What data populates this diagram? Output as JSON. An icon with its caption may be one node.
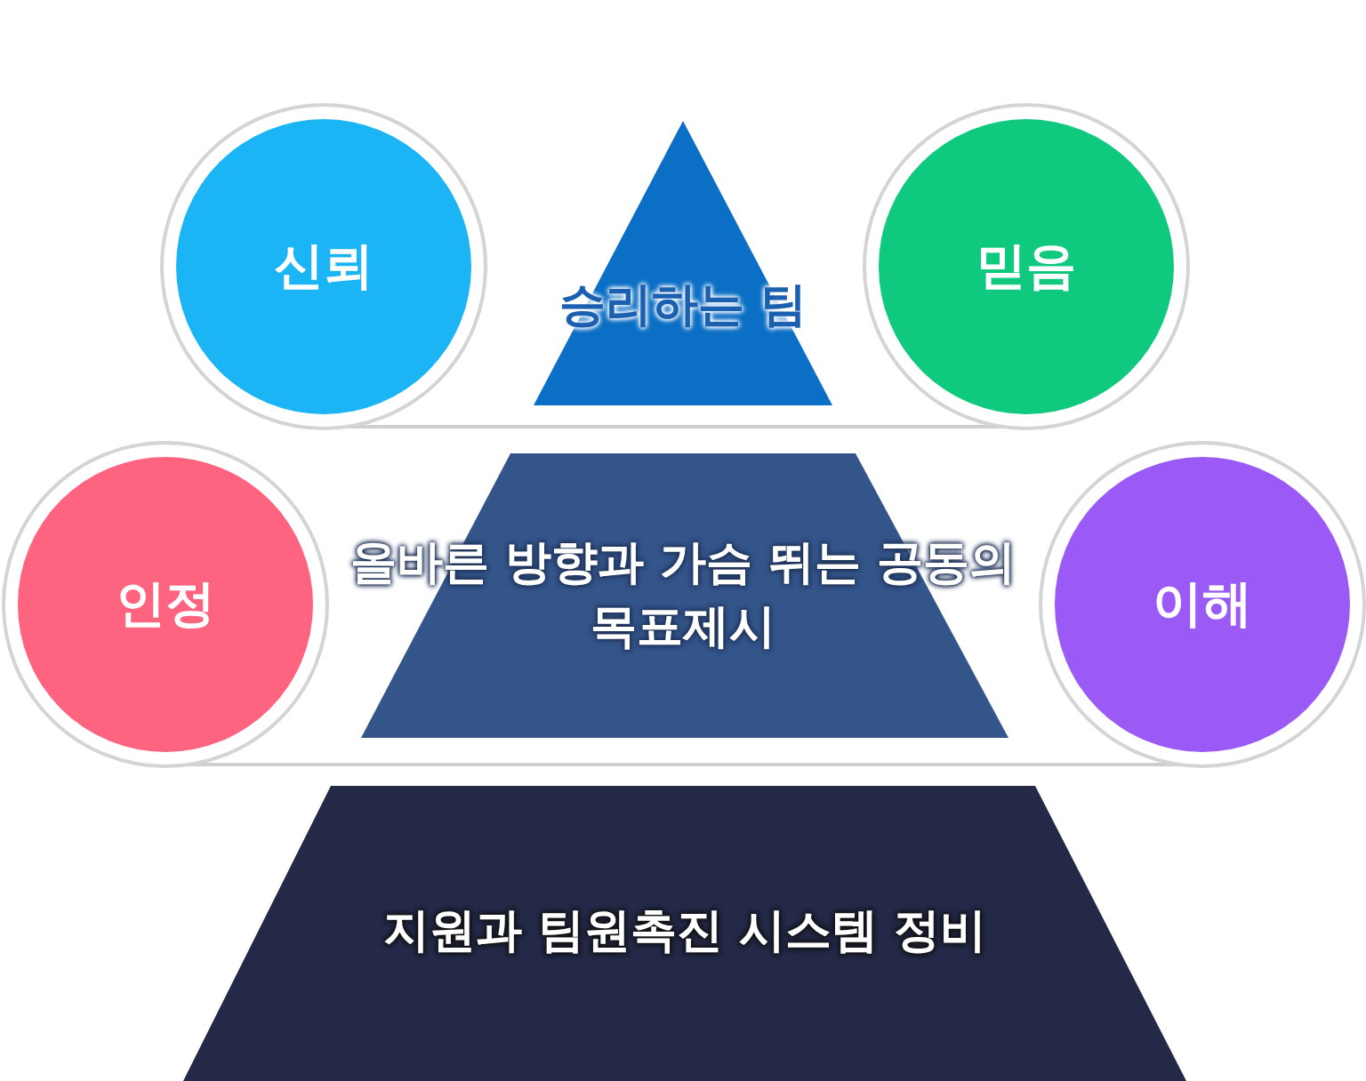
{
  "diagram": {
    "nodes": [
      {
        "text": [
          "신뢰"
        ]
      },
      {
        "text": [
          "승리하는 팀"
        ]
      },
      {
        "text": [
          "믿음"
        ]
      },
      {
        "text": [
          "인정"
        ]
      },
      {
        "text": [
          "올바른 방향과 가슴 뛰는 공동의 목표제시"
        ]
      },
      {
        "text": [
          "이해"
        ]
      },
      {
        "text": [
          "지원과 팀원촉진 시스템 정비"
        ]
      }
    ]
  }
}
